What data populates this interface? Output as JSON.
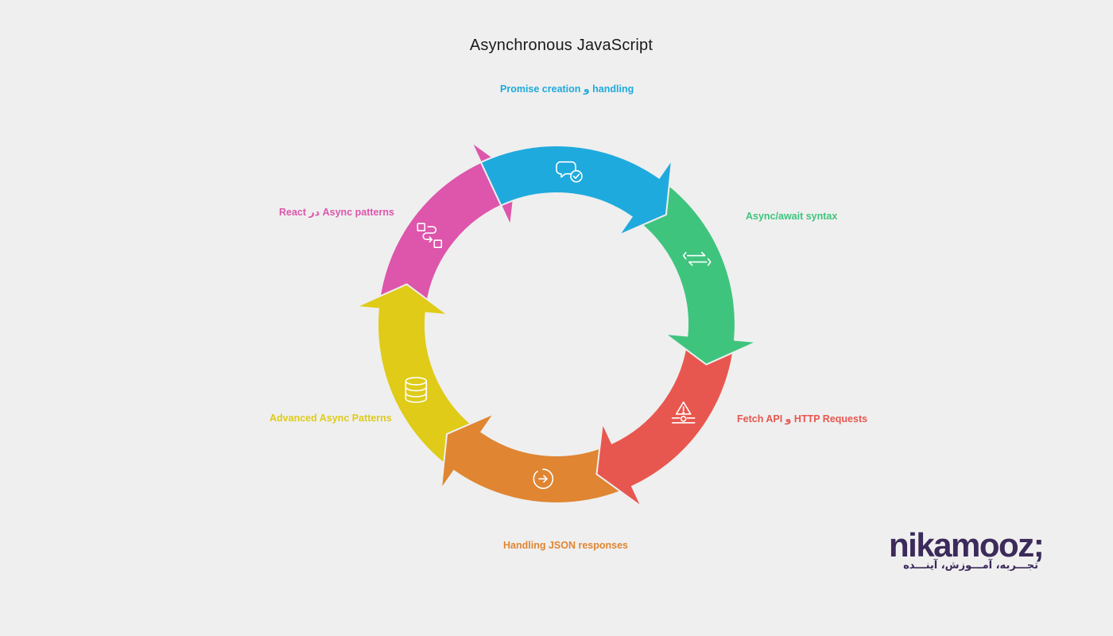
{
  "title": "Asynchronous JavaScript",
  "steps": [
    {
      "label": "Promise creation و handling",
      "color": "#1faadd",
      "icon": "speech-bubble-check-icon"
    },
    {
      "label": "Async/await syntax",
      "color": "#3fc47e",
      "icon": "exchange-arrows-icon"
    },
    {
      "label": "Fetch API و HTTP Requests",
      "color": "#e8574f",
      "icon": "network-warning-icon"
    },
    {
      "label": "Handling JSON responses",
      "color": "#e08532",
      "icon": "arrow-circle-icon"
    },
    {
      "label": "Advanced Async Patterns",
      "color": "#dfcb18",
      "icon": "database-icon"
    },
    {
      "label": "React در Async patterns",
      "color": "#dd56ab",
      "icon": "workflow-icon"
    }
  ],
  "brand": {
    "name": "nikamooz;",
    "tagline": "تجـــربه، آمـــوزش، آینـــده"
  }
}
